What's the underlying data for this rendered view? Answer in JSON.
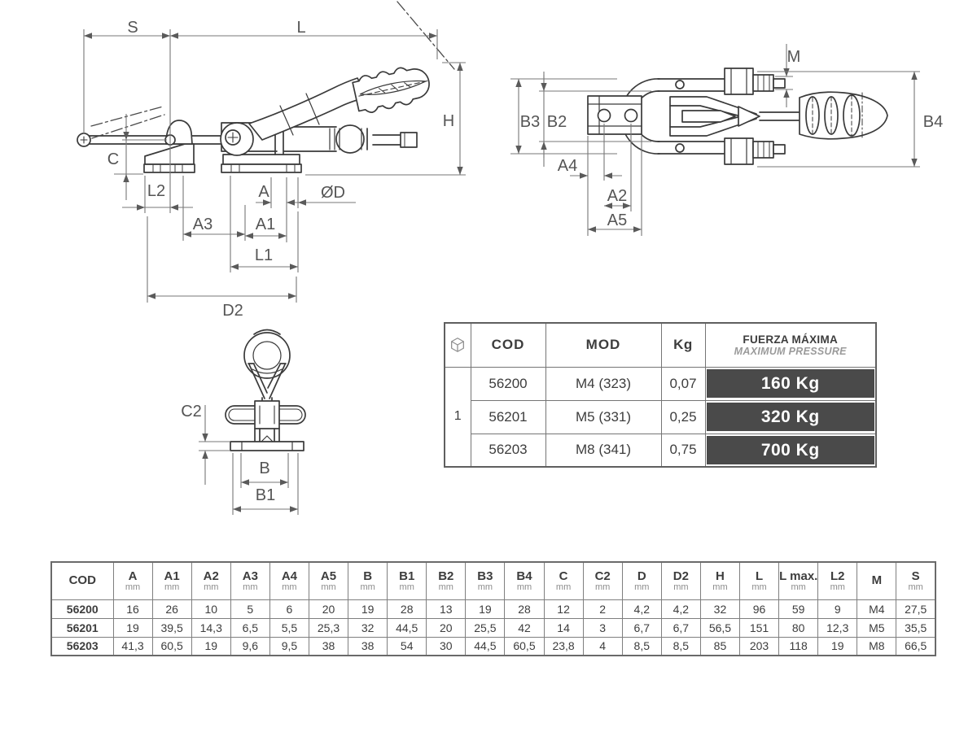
{
  "side_view": {
    "labels": {
      "s": "S",
      "l": "L",
      "h": "H",
      "c": "C",
      "l2": "L2",
      "a": "A",
      "od": "ØD",
      "a3": "A3",
      "a1": "A1",
      "l1": "L1",
      "d2": "D2"
    }
  },
  "top_view": {
    "labels": {
      "m": "M",
      "b3": "B3",
      "b2": "B2",
      "b4": "B4",
      "a4": "A4",
      "a2": "A2",
      "a5": "A5"
    }
  },
  "front_view": {
    "labels": {
      "c2": "C2",
      "b": "B",
      "b1": "B1"
    }
  },
  "product_table": {
    "headers": {
      "cod": "COD",
      "mod": "MOD",
      "kg": "Kg",
      "force_title": "FUERZA MÁXIMA",
      "force_subtitle": "MAXIMUM PRESSURE"
    },
    "package_icon": "cube-icon",
    "package_qty": "1",
    "force_cell_color": "#4a4a4a",
    "rows": [
      {
        "cod": "56200",
        "mod": "M4 (323)",
        "kg": "0,07",
        "force": "160 Kg"
      },
      {
        "cod": "56201",
        "mod": "M5 (331)",
        "kg": "0,25",
        "force": "320 Kg"
      },
      {
        "cod": "56203",
        "mod": "M8 (341)",
        "kg": "0,75",
        "force": "700 Kg"
      }
    ]
  },
  "dimensions_table": {
    "cod_header": "COD",
    "columns": [
      {
        "label": "A",
        "unit": "mm"
      },
      {
        "label": "A1",
        "unit": "mm"
      },
      {
        "label": "A2",
        "unit": "mm"
      },
      {
        "label": "A3",
        "unit": "mm"
      },
      {
        "label": "A4",
        "unit": "mm"
      },
      {
        "label": "A5",
        "unit": "mm"
      },
      {
        "label": "B",
        "unit": "mm"
      },
      {
        "label": "B1",
        "unit": "mm"
      },
      {
        "label": "B2",
        "unit": "mm"
      },
      {
        "label": "B3",
        "unit": "mm"
      },
      {
        "label": "B4",
        "unit": "mm"
      },
      {
        "label": "C",
        "unit": "mm"
      },
      {
        "label": "C2",
        "unit": "mm"
      },
      {
        "label": "D",
        "unit": "mm"
      },
      {
        "label": "D2",
        "unit": "mm"
      },
      {
        "label": "H",
        "unit": "mm"
      },
      {
        "label": "L",
        "unit": "mm"
      },
      {
        "label": "L max.",
        "unit": "mm"
      },
      {
        "label": "L2",
        "unit": "mm"
      },
      {
        "label": "M",
        "unit": ""
      },
      {
        "label": "S",
        "unit": "mm"
      }
    ],
    "rows": [
      {
        "cod": "56200",
        "values": [
          "16",
          "26",
          "10",
          "5",
          "6",
          "20",
          "19",
          "28",
          "13",
          "19",
          "28",
          "12",
          "2",
          "4,2",
          "4,2",
          "32",
          "96",
          "59",
          "9",
          "M4",
          "27,5"
        ]
      },
      {
        "cod": "56201",
        "values": [
          "19",
          "39,5",
          "14,3",
          "6,5",
          "5,5",
          "25,3",
          "32",
          "44,5",
          "20",
          "25,5",
          "42",
          "14",
          "3",
          "6,7",
          "6,7",
          "56,5",
          "151",
          "80",
          "12,3",
          "M5",
          "35,5"
        ]
      },
      {
        "cod": "56203",
        "values": [
          "41,3",
          "60,5",
          "19",
          "9,6",
          "9,5",
          "38",
          "38",
          "54",
          "30",
          "44,5",
          "60,5",
          "23,8",
          "4",
          "8,5",
          "8,5",
          "85",
          "203",
          "118",
          "19",
          "M8",
          "66,5"
        ]
      }
    ]
  }
}
